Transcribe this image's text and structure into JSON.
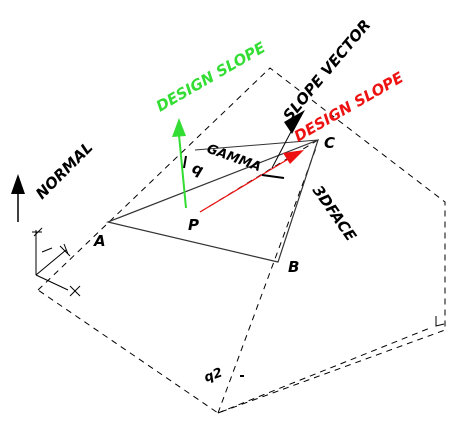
{
  "labels": {
    "normal": "NORMAL",
    "design_slope_green": "DESIGN SLOPE",
    "slope_vector": "SLOPE VECTOR",
    "design_slope_red": "DESIGN SLOPE",
    "gamma": "GAMMA",
    "face": "3DFACE",
    "q": "q",
    "q2": "q2",
    "point_a": "A",
    "point_b": "B",
    "point_c": "C",
    "point_p": "P"
  },
  "colors": {
    "line": "#000000",
    "face_edge": "#333333",
    "green": "#33dd33",
    "red": "#ee1111"
  }
}
